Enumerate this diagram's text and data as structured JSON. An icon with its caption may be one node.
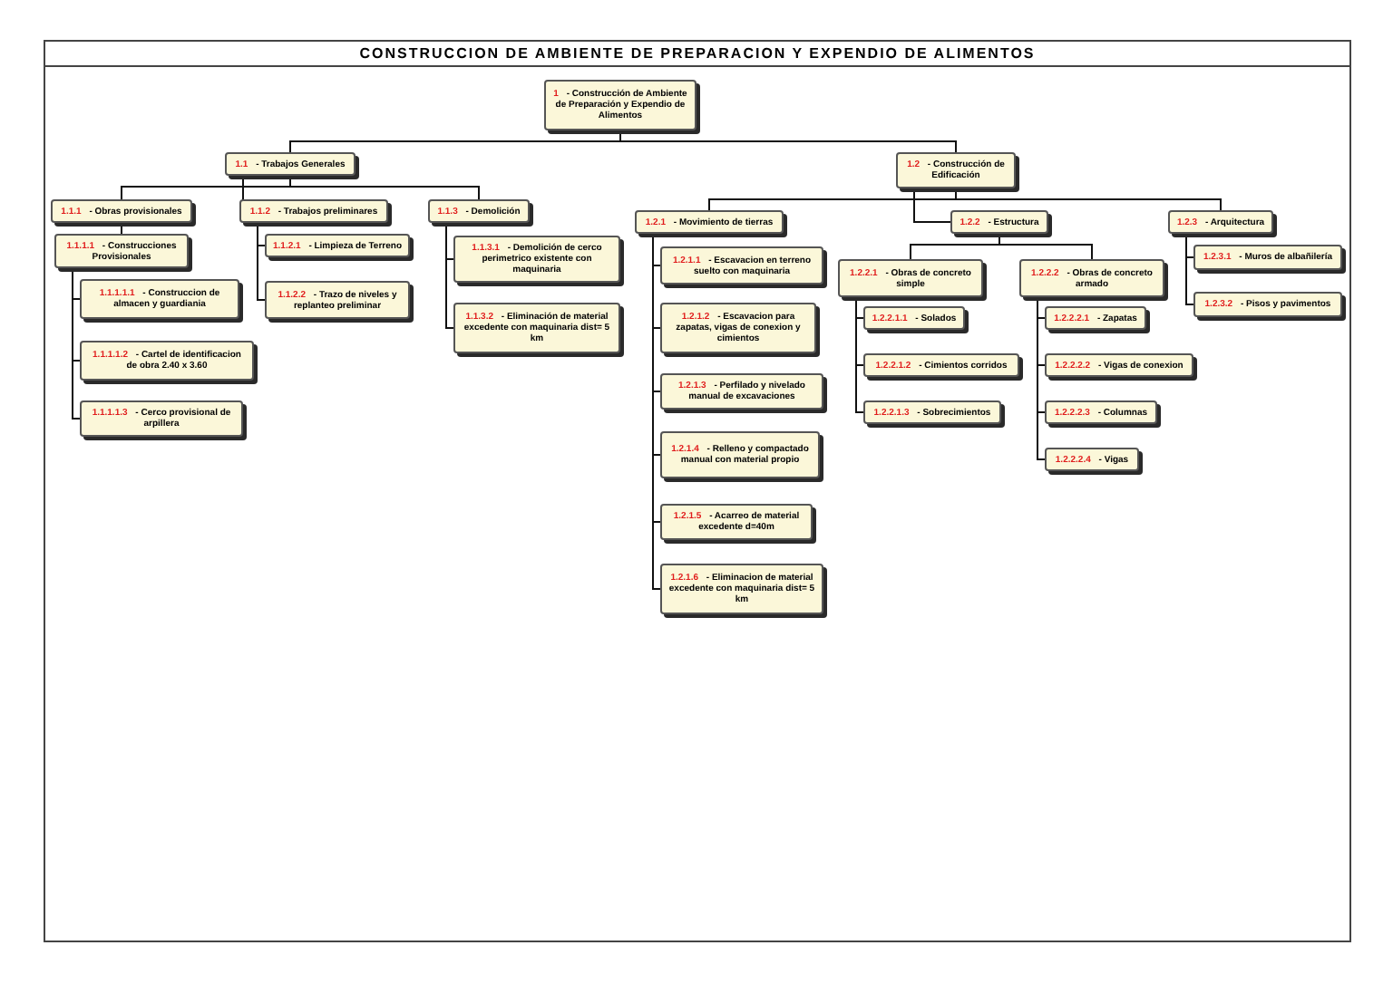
{
  "diagram": {
    "title": "CONSTRUCCION DE AMBIENTE DE PREPARACION Y EXPENDIO DE ALIMENTOS",
    "nodes": [
      {
        "text": [
          "1",
          "- Construcción de Ambiente de Preparación y Expendio de Alimentos"
        ]
      },
      {
        "text": [
          "1.1",
          "- Trabajos Generales"
        ]
      },
      {
        "text": [
          "1.1.1",
          "- Obras provisionales"
        ]
      },
      {
        "text": [
          "1.1.1.1",
          "- Construcciones Provisionales"
        ]
      },
      {
        "text": [
          "1.1.1.1.1",
          "- Construccion de almacen y guardiania"
        ]
      },
      {
        "text": [
          "1.1.1.1.2",
          "- Cartel de identificacion de obra 2.40 x 3.60"
        ]
      },
      {
        "text": [
          "1.1.1.1.3",
          "- Cerco provisional de arpillera"
        ]
      },
      {
        "text": [
          "1.1.2",
          "- Trabajos preliminares"
        ]
      },
      {
        "text": [
          "1.1.2.1",
          "- Limpieza de Terreno"
        ]
      },
      {
        "text": [
          "1.1.2.2",
          "- Trazo de niveles y replanteo preliminar"
        ]
      },
      {
        "text": [
          "1.1.3",
          "- Demolición"
        ]
      },
      {
        "text": [
          "1.1.3.1",
          "- Demolición de cerco perimetrico existente con maquinaria"
        ]
      },
      {
        "text": [
          "1.1.3.2",
          "- Eliminación de material excedente con maquinaria dist= 5 km"
        ]
      },
      {
        "text": [
          "1.2",
          "- Construcción de Edificación"
        ]
      },
      {
        "text": [
          "1.2.1",
          "- Movimiento de tierras"
        ]
      },
      {
        "text": [
          "1.2.1.1",
          "- Escavacion en terreno suelto con maquinaria"
        ]
      },
      {
        "text": [
          "1.2.1.2",
          "- Escavacion para zapatas, vigas de conexion y cimientos"
        ]
      },
      {
        "text": [
          "1.2.1.3",
          "- Perfilado y nivelado manual de excavaciones"
        ]
      },
      {
        "text": [
          "1.2.1.4",
          "- Relleno y compactado manual con material propio"
        ]
      },
      {
        "text": [
          "1.2.1.5",
          "- Acarreo de material excedente d=40m"
        ]
      },
      {
        "text": [
          "1.2.1.6",
          "- Eliminacion de material excedente con maquinaria dist= 5 km"
        ]
      },
      {
        "text": [
          "1.2.2",
          "- Estructura"
        ]
      },
      {
        "text": [
          "1.2.2.1",
          "- Obras de concreto simple"
        ]
      },
      {
        "text": [
          "1.2.2.1.1",
          "- Solados"
        ]
      },
      {
        "text": [
          "1.2.2.1.2",
          "- Cimientos corridos"
        ]
      },
      {
        "text": [
          "1.2.2.1.3",
          "- Sobrecimientos"
        ]
      },
      {
        "text": [
          "1.2.2.2",
          "- Obras de concreto armado"
        ]
      },
      {
        "text": [
          "1.2.2.2.1",
          "- Zapatas"
        ]
      },
      {
        "text": [
          "1.2.2.2.2",
          "- Vigas de conexion"
        ]
      },
      {
        "text": [
          "1.2.2.2.3",
          "- Columnas"
        ]
      },
      {
        "text": [
          "1.2.2.2.4",
          "- Vigas"
        ]
      },
      {
        "text": [
          "1.2.3",
          "- Arquitectura"
        ]
      },
      {
        "text": [
          "1.2.3.1",
          "- Muros de albañilería"
        ]
      },
      {
        "text": [
          "1.2.3.2",
          "- Pisos y pavimentos"
        ]
      }
    ],
    "edges": [
      {
        "from": 0,
        "to": 1,
        "arrow": "none"
      },
      {
        "from": 0,
        "to": 13,
        "arrow": "none"
      },
      {
        "from": 1,
        "to": 2,
        "arrow": "none"
      },
      {
        "from": 1,
        "to": 7,
        "arrow": "none"
      },
      {
        "from": 1,
        "to": 10,
        "arrow": "none"
      },
      {
        "from": 2,
        "to": 3,
        "arrow": "none"
      },
      {
        "from": 3,
        "to": 4,
        "arrow": "none"
      },
      {
        "from": 3,
        "to": 5,
        "arrow": "none"
      },
      {
        "from": 3,
        "to": 6,
        "arrow": "none"
      },
      {
        "from": 7,
        "to": 8,
        "arrow": "none"
      },
      {
        "from": 7,
        "to": 9,
        "arrow": "none"
      },
      {
        "from": 10,
        "to": 11,
        "arrow": "none"
      },
      {
        "from": 10,
        "to": 12,
        "arrow": "none"
      },
      {
        "from": 13,
        "to": 14,
        "arrow": "none"
      },
      {
        "from": 13,
        "to": 21,
        "arrow": "none"
      },
      {
        "from": 13,
        "to": 31,
        "arrow": "none"
      },
      {
        "from": 14,
        "to": 15,
        "arrow": "none"
      },
      {
        "from": 14,
        "to": 16,
        "arrow": "none"
      },
      {
        "from": 14,
        "to": 17,
        "arrow": "none"
      },
      {
        "from": 14,
        "to": 18,
        "arrow": "none"
      },
      {
        "from": 14,
        "to": 19,
        "arrow": "none"
      },
      {
        "from": 14,
        "to": 20,
        "arrow": "none"
      },
      {
        "from": 21,
        "to": 22,
        "arrow": "none"
      },
      {
        "from": 21,
        "to": 26,
        "arrow": "none"
      },
      {
        "from": 22,
        "to": 23,
        "arrow": "none"
      },
      {
        "from": 22,
        "to": 24,
        "arrow": "none"
      },
      {
        "from": 22,
        "to": 25,
        "arrow": "none"
      },
      {
        "from": 26,
        "to": 27,
        "arrow": "none"
      },
      {
        "from": 26,
        "to": 28,
        "arrow": "none"
      },
      {
        "from": 26,
        "to": 29,
        "arrow": "none"
      },
      {
        "from": 26,
        "to": 30,
        "arrow": "none"
      },
      {
        "from": 31,
        "to": 32,
        "arrow": "none"
      },
      {
        "from": 31,
        "to": 33,
        "arrow": "none"
      }
    ]
  }
}
